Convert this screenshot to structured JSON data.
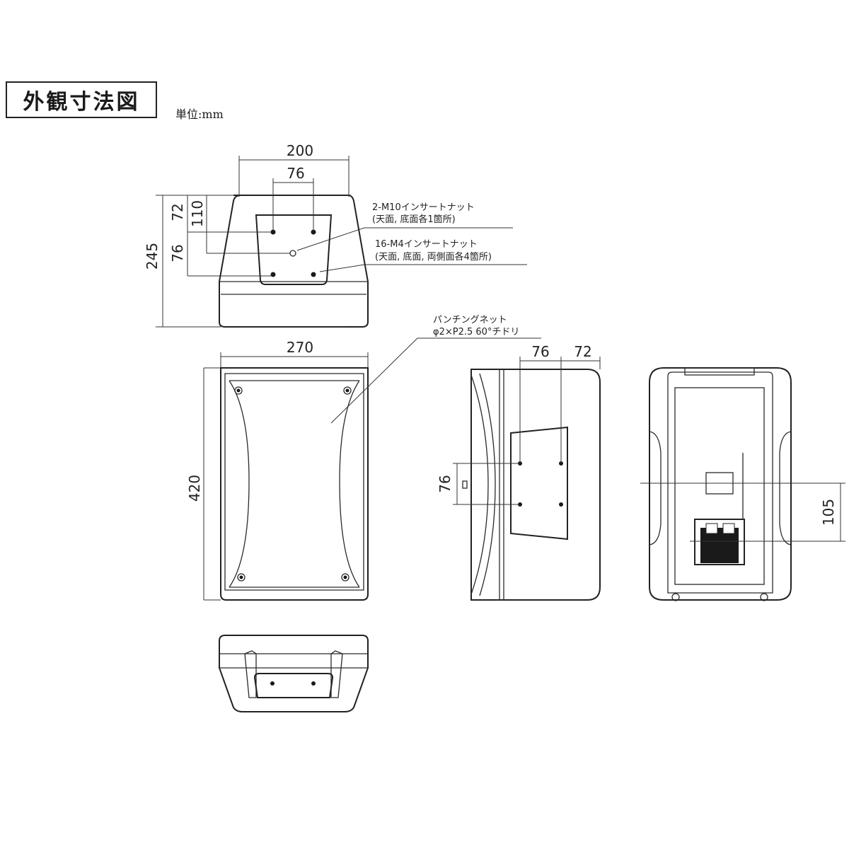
{
  "header": {
    "title": "外観寸法図",
    "unit": "単位:mm"
  },
  "dimensions": {
    "top_width": "200",
    "top_holes_spacing": "76",
    "top_depth": "245",
    "top_offset_a": "72",
    "top_offset_b": "110",
    "top_offset_c": "76",
    "front_width": "270",
    "front_height": "420",
    "side_spacing_a": "76",
    "side_spacing_b": "72",
    "side_vertical": "76",
    "rear_offset": "105"
  },
  "annotations": {
    "m10_label": "2-M10インサートナット",
    "m10_detail": "(天面, 底面各1箇所)",
    "m4_label": "16-M4インサートナット",
    "m4_detail": "(天面, 底面, 両側面各4箇所)",
    "net_label": "パンチングネット",
    "net_detail": "φ2×P2.5 60°チドリ"
  }
}
